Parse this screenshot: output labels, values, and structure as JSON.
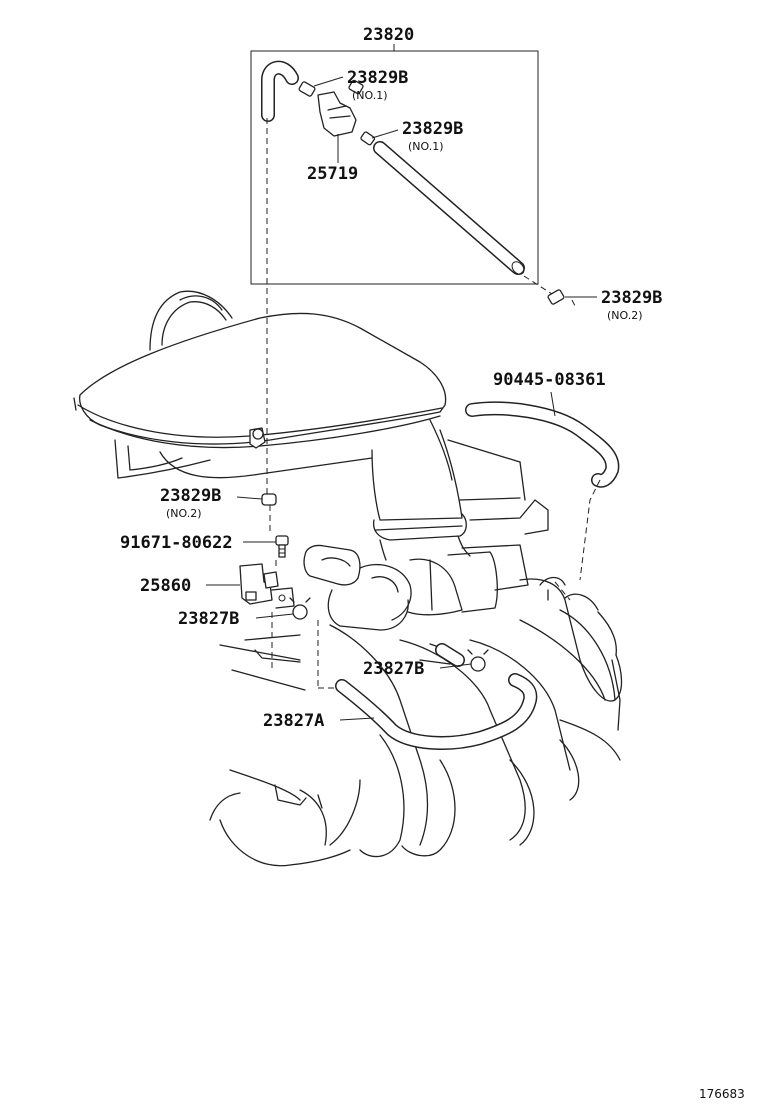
{
  "labels": {
    "assy": "23820",
    "clamp_top_left": "23829B",
    "clamp_top_left_sub": "(NO.1)",
    "clamp_top_right": "23829B",
    "clamp_top_right_sub": "(NO.1)",
    "valve": "25719",
    "clamp_right": "23829B",
    "clamp_right_sub": "(NO.2)",
    "hose_right": "90445-08361",
    "clamp_mid_left": "23829B",
    "clamp_mid_left_sub": "(NO.2)",
    "bolt": "91671-80622",
    "vsv": "25860",
    "clamp_lower_left": "23827B",
    "clamp_lower_mid": "23827B",
    "hose_lower": "23827A"
  },
  "figure_number": "176683"
}
